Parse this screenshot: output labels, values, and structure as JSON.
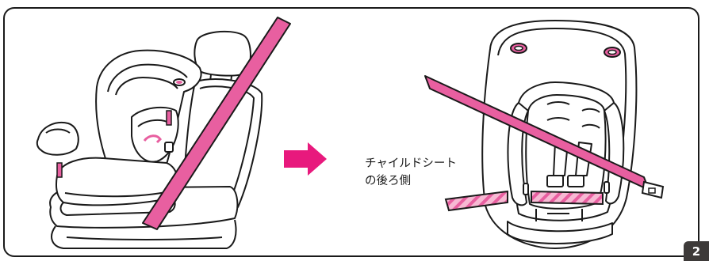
{
  "callout": {
    "line1": "チャイルドシート",
    "line2": "の後ろ側"
  },
  "page": {
    "number": "2"
  },
  "colors": {
    "belt": "#e85fa0",
    "belt_stripe": "#f7b9d3",
    "arrow": "#e8197d",
    "outline": "#1a1a1a",
    "badge": "#3d3a39"
  },
  "icons": {
    "step_arrow": "right-arrow-icon"
  }
}
